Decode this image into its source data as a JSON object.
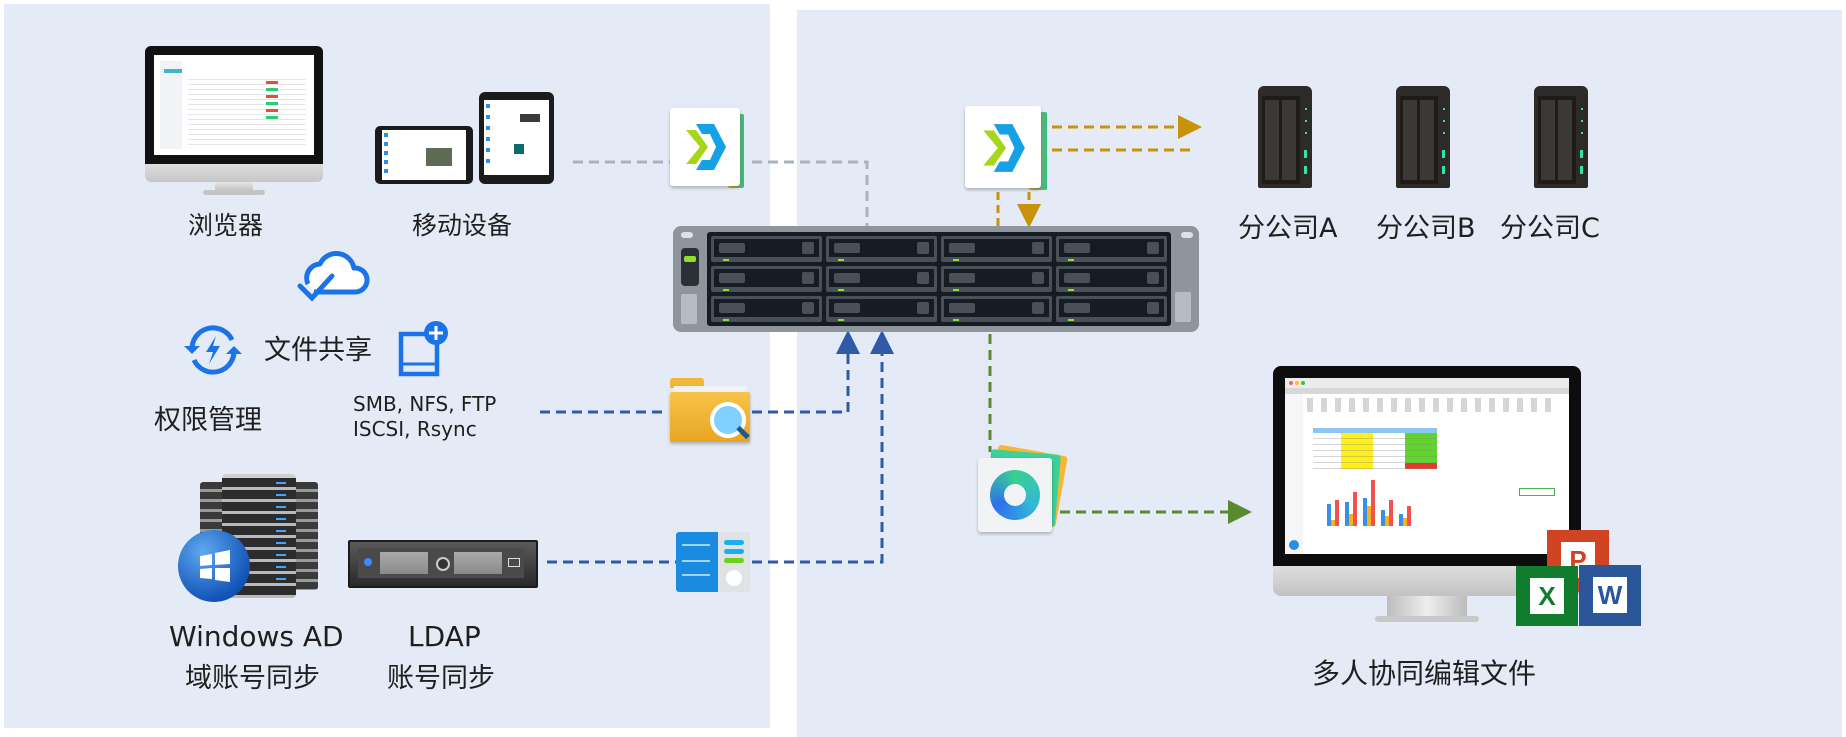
{
  "left_panel": {
    "browser_label": "浏览器",
    "mobile_label": "移动设备",
    "file_share_label": "文件共享",
    "permission_label": "权限管理",
    "protocols_line1": "SMB, NFS, FTP",
    "protocols_line2": "ISCSI, Rsync",
    "windows_ad_line1": "Windows AD",
    "windows_ad_line2": "域账号同步",
    "ldap_line1": "LDAP",
    "ldap_line2": "账号同步"
  },
  "right_panel": {
    "branches": [
      {
        "label": "分公司A"
      },
      {
        "label": "分公司B"
      },
      {
        "label": "分公司C"
      }
    ],
    "collab_label": "多人协同编辑文件",
    "office_apps": [
      {
        "name": "PowerPoint",
        "letter": "P",
        "color": "#d04423"
      },
      {
        "name": "Excel",
        "letter": "X",
        "color": "#107c2d"
      },
      {
        "name": "Word",
        "letter": "W",
        "color": "#2b579a"
      }
    ]
  },
  "colors": {
    "panel_bg": "#e5ebf6",
    "link_gray": "#a9b2c3",
    "link_blue": "#2e5aa8",
    "link_gold": "#c8930a",
    "link_green": "#5b8a2e",
    "accent_blue": "#1a73e8"
  }
}
